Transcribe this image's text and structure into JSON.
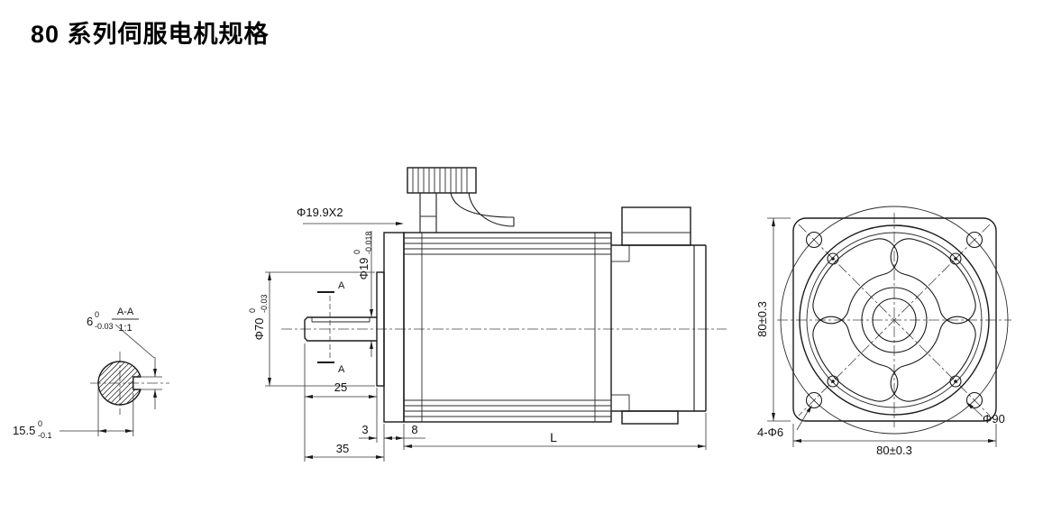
{
  "title": "80 系列伺服电机规格",
  "section_aa": {
    "label": "A-A",
    "scale": "1:1",
    "key_width": {
      "v": "6",
      "u": "0",
      "l": "-0.03"
    },
    "flat_depth": {
      "v": "15.5",
      "u": "0",
      "l": "-0.1"
    }
  },
  "side_view": {
    "cable_dim": "Φ19.9X2",
    "shaft_dia": {
      "v": "Φ19",
      "u": "0",
      "l": "-0.018"
    },
    "pilot_dia": {
      "v": "Φ70",
      "u": "0",
      "l": "-0.03"
    },
    "section_marker": "A",
    "shaft_length": "25",
    "pilot_height": "3",
    "front_length": "35",
    "flange_thickness": "8",
    "body_length": "L"
  },
  "front_view": {
    "flange_height": "80±0.3",
    "flange_width": "80±0.3",
    "mount_holes": "4-Φ6",
    "bolt_circle": "Φ90"
  }
}
